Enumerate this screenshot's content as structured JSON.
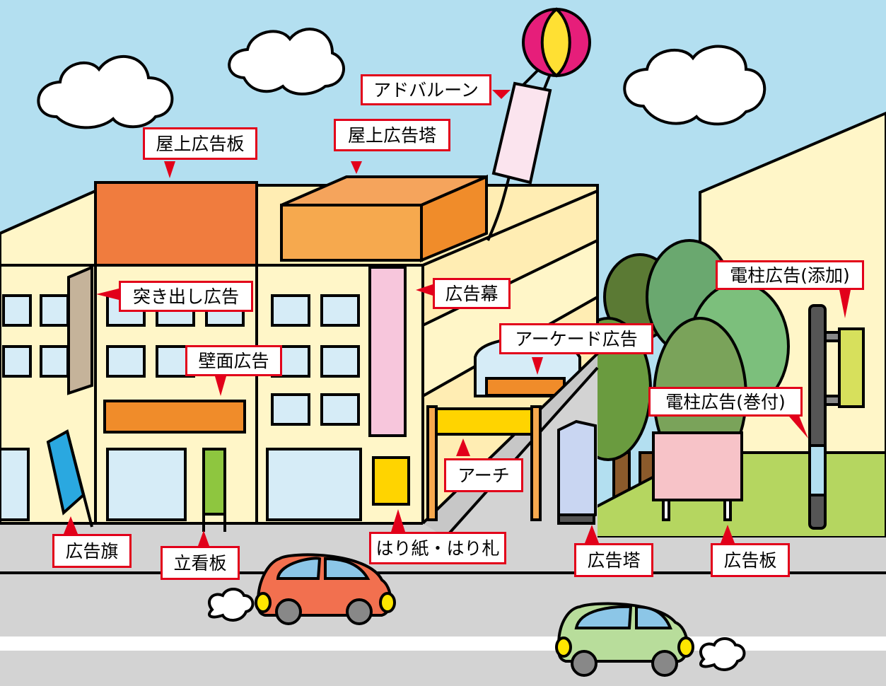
{
  "colors": {
    "sky": "#b3dff0",
    "label_border": "#e2001a",
    "pointer": "#e2001a"
  },
  "labels": {
    "ad_balloon": "アドバルーン",
    "rooftop_billboard": "屋上広告板",
    "rooftop_tower": "屋上広告塔",
    "projecting_sign": "突き出し広告",
    "banner": "広告幕",
    "wall_ad": "壁面広告",
    "arcade_ad": "アーケード広告",
    "pole_ad_attached": "電柱広告(添加)",
    "pole_ad_wrapped": "電柱広告(巻付)",
    "arch": "アーチ",
    "flag": "広告旗",
    "standing_sign": "立看板",
    "posters": "はり紙・はり札",
    "ad_tower": "広告塔",
    "ad_board": "広告板"
  }
}
